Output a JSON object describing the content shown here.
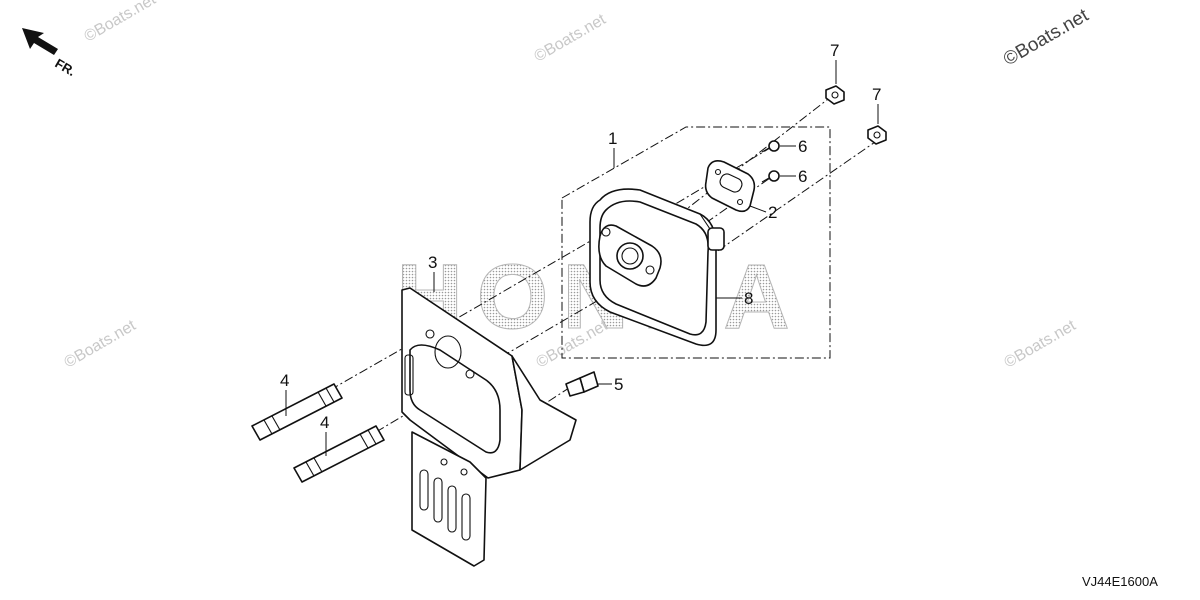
{
  "direction_label": "FR.",
  "diagram_code": "VJ44E1600A",
  "watermarks": {
    "corner": "©Boats.net",
    "tile": "©Boats.net"
  },
  "brand_watermark": "HONDA",
  "callouts": [
    {
      "id": "part-1",
      "label": "1"
    },
    {
      "id": "part-2",
      "label": "2"
    },
    {
      "id": "part-3",
      "label": "3"
    },
    {
      "id": "part-4a",
      "label": "4"
    },
    {
      "id": "part-4b",
      "label": "4"
    },
    {
      "id": "part-5",
      "label": "5"
    },
    {
      "id": "part-6a",
      "label": "6"
    },
    {
      "id": "part-6b",
      "label": "6"
    },
    {
      "id": "part-7a",
      "label": "7"
    },
    {
      "id": "part-7b",
      "label": "7"
    },
    {
      "id": "part-8",
      "label": "8"
    }
  ]
}
